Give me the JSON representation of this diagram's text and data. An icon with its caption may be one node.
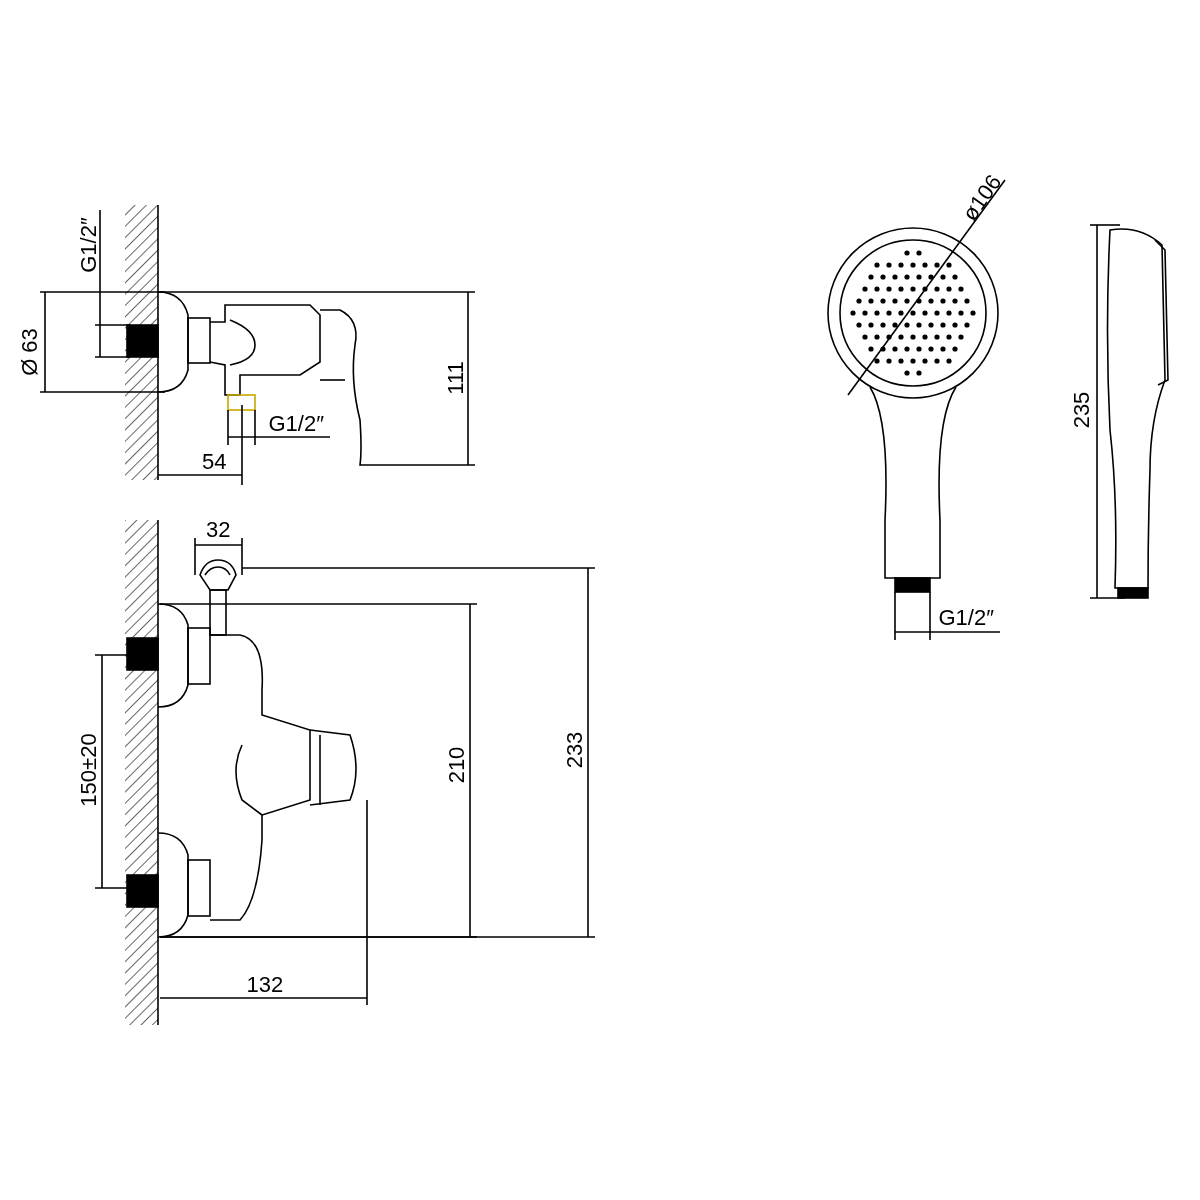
{
  "diagram": {
    "labels": [
      "ø106",
      "G1/2″",
      "Ø 63",
      "111",
      "235",
      "G1/2″",
      "54",
      "32",
      "G1/2″",
      "150±20",
      "210",
      "233",
      "132"
    ]
  }
}
